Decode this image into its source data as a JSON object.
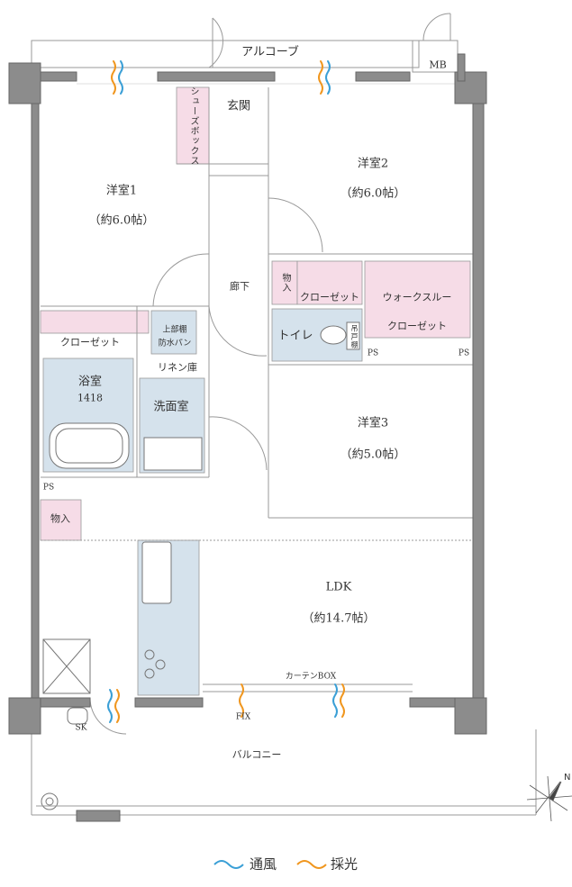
{
  "rooms": {
    "alcove": "アルコーブ",
    "mb": "MB",
    "entrance": "玄関",
    "shoe_box": "シューズボックス",
    "room1": {
      "name": "洋室1",
      "size": "（約6.0帖）"
    },
    "room2": {
      "name": "洋室2",
      "size": "（約6.0帖）"
    },
    "room3": {
      "name": "洋室3",
      "size": "（約5.0帖）"
    },
    "hallway": "廊下",
    "storage_hall": "物入",
    "closet_room2": "クローゼット",
    "walk_through": {
      "line1": "ウォークスルー",
      "line2": "クローゼット"
    },
    "closet_room1": "クローゼット",
    "upper_shelf": "上部棚",
    "water_pan": "防水パン",
    "linen": "リネン庫",
    "toilet": "トイレ",
    "hanging_shelf": "吊戸棚",
    "bath": {
      "name": "浴室",
      "size": "1418"
    },
    "washroom": "洗面室",
    "ps_labels": [
      "PS",
      "PS",
      "PS"
    ],
    "storage_kitchen": "物入",
    "ldk": {
      "name": "LDK",
      "size": "（約14.7帖）"
    },
    "curtain_box": "カーテンBOX",
    "fix": "FIX",
    "sk": "SK",
    "balcony": "バルコニー"
  },
  "legend": {
    "ventilation": "通風",
    "lighting": "採光",
    "ventilation_color": "#3a9fd6",
    "lighting_color": "#f0961e"
  },
  "colors": {
    "pink": "#f6dce7",
    "blue": "#d5e2ec",
    "wall": "#8c8c8c",
    "line": "#9a9a9a"
  },
  "compass": "N"
}
